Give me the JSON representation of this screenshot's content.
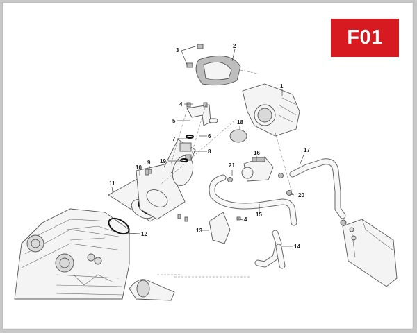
{
  "diagram": {
    "code": "F01",
    "badge_color": "#d71920",
    "frame_border_color": "#c8c8c8",
    "subject": "Throttle body / intake assembly exploded view",
    "callouts": [
      {
        "num": "1",
        "part": "throttle-body"
      },
      {
        "num": "2",
        "part": "throttle-body-cover"
      },
      {
        "num": "3",
        "part": "cover-screws"
      },
      {
        "num": "4",
        "part": "screw"
      },
      {
        "num": "5",
        "part": "fuel-rail-bracket"
      },
      {
        "num": "6",
        "part": "clip"
      },
      {
        "num": "7",
        "part": "o-ring-upper"
      },
      {
        "num": "8",
        "part": "injector"
      },
      {
        "num": "9",
        "part": "manifold-screw"
      },
      {
        "num": "10",
        "part": "intake-manifold"
      },
      {
        "num": "11",
        "part": "flange-gasket"
      },
      {
        "num": "12",
        "part": "manifold-o-rings"
      },
      {
        "num": "13",
        "part": "bracket-cover"
      },
      {
        "num": "14",
        "part": "breather-hose-tee"
      },
      {
        "num": "15",
        "part": "vapour-hose"
      },
      {
        "num": "16",
        "part": "purge-valve"
      },
      {
        "num": "17",
        "part": "canister-hose"
      },
      {
        "num": "18",
        "part": "hose-clamp"
      },
      {
        "num": "19",
        "part": "o-ring-lower"
      },
      {
        "num": "20",
        "part": "hose-clip"
      },
      {
        "num": "21",
        "part": "valve-clip"
      }
    ]
  }
}
